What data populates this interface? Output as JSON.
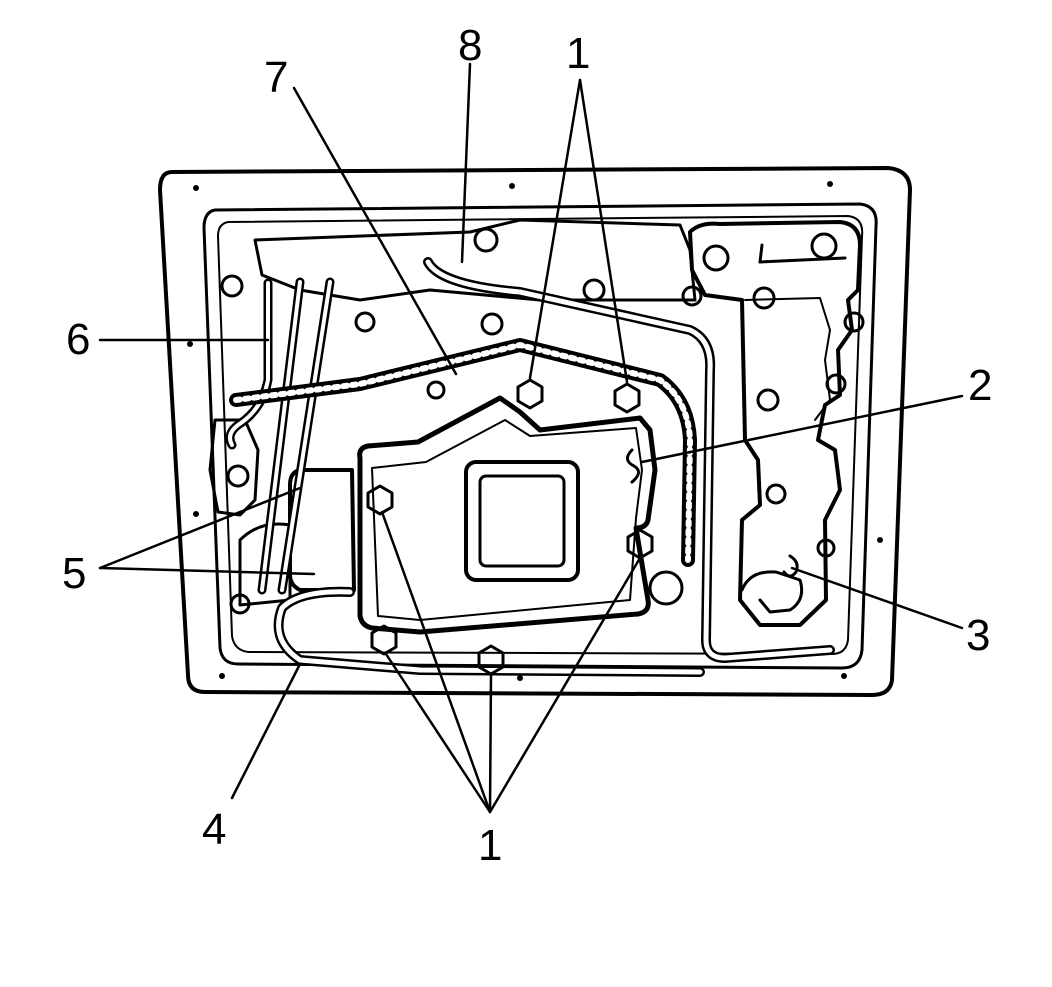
{
  "diagram": {
    "callouts": {
      "c1_top": "1",
      "c1_bottom": "1",
      "c2": "2",
      "c3": "3",
      "c4": "4",
      "c5": "5",
      "c6": "6",
      "c7": "7",
      "c8": "8"
    },
    "colors": {
      "ink": "#000000",
      "paper": "#ffffff"
    }
  }
}
